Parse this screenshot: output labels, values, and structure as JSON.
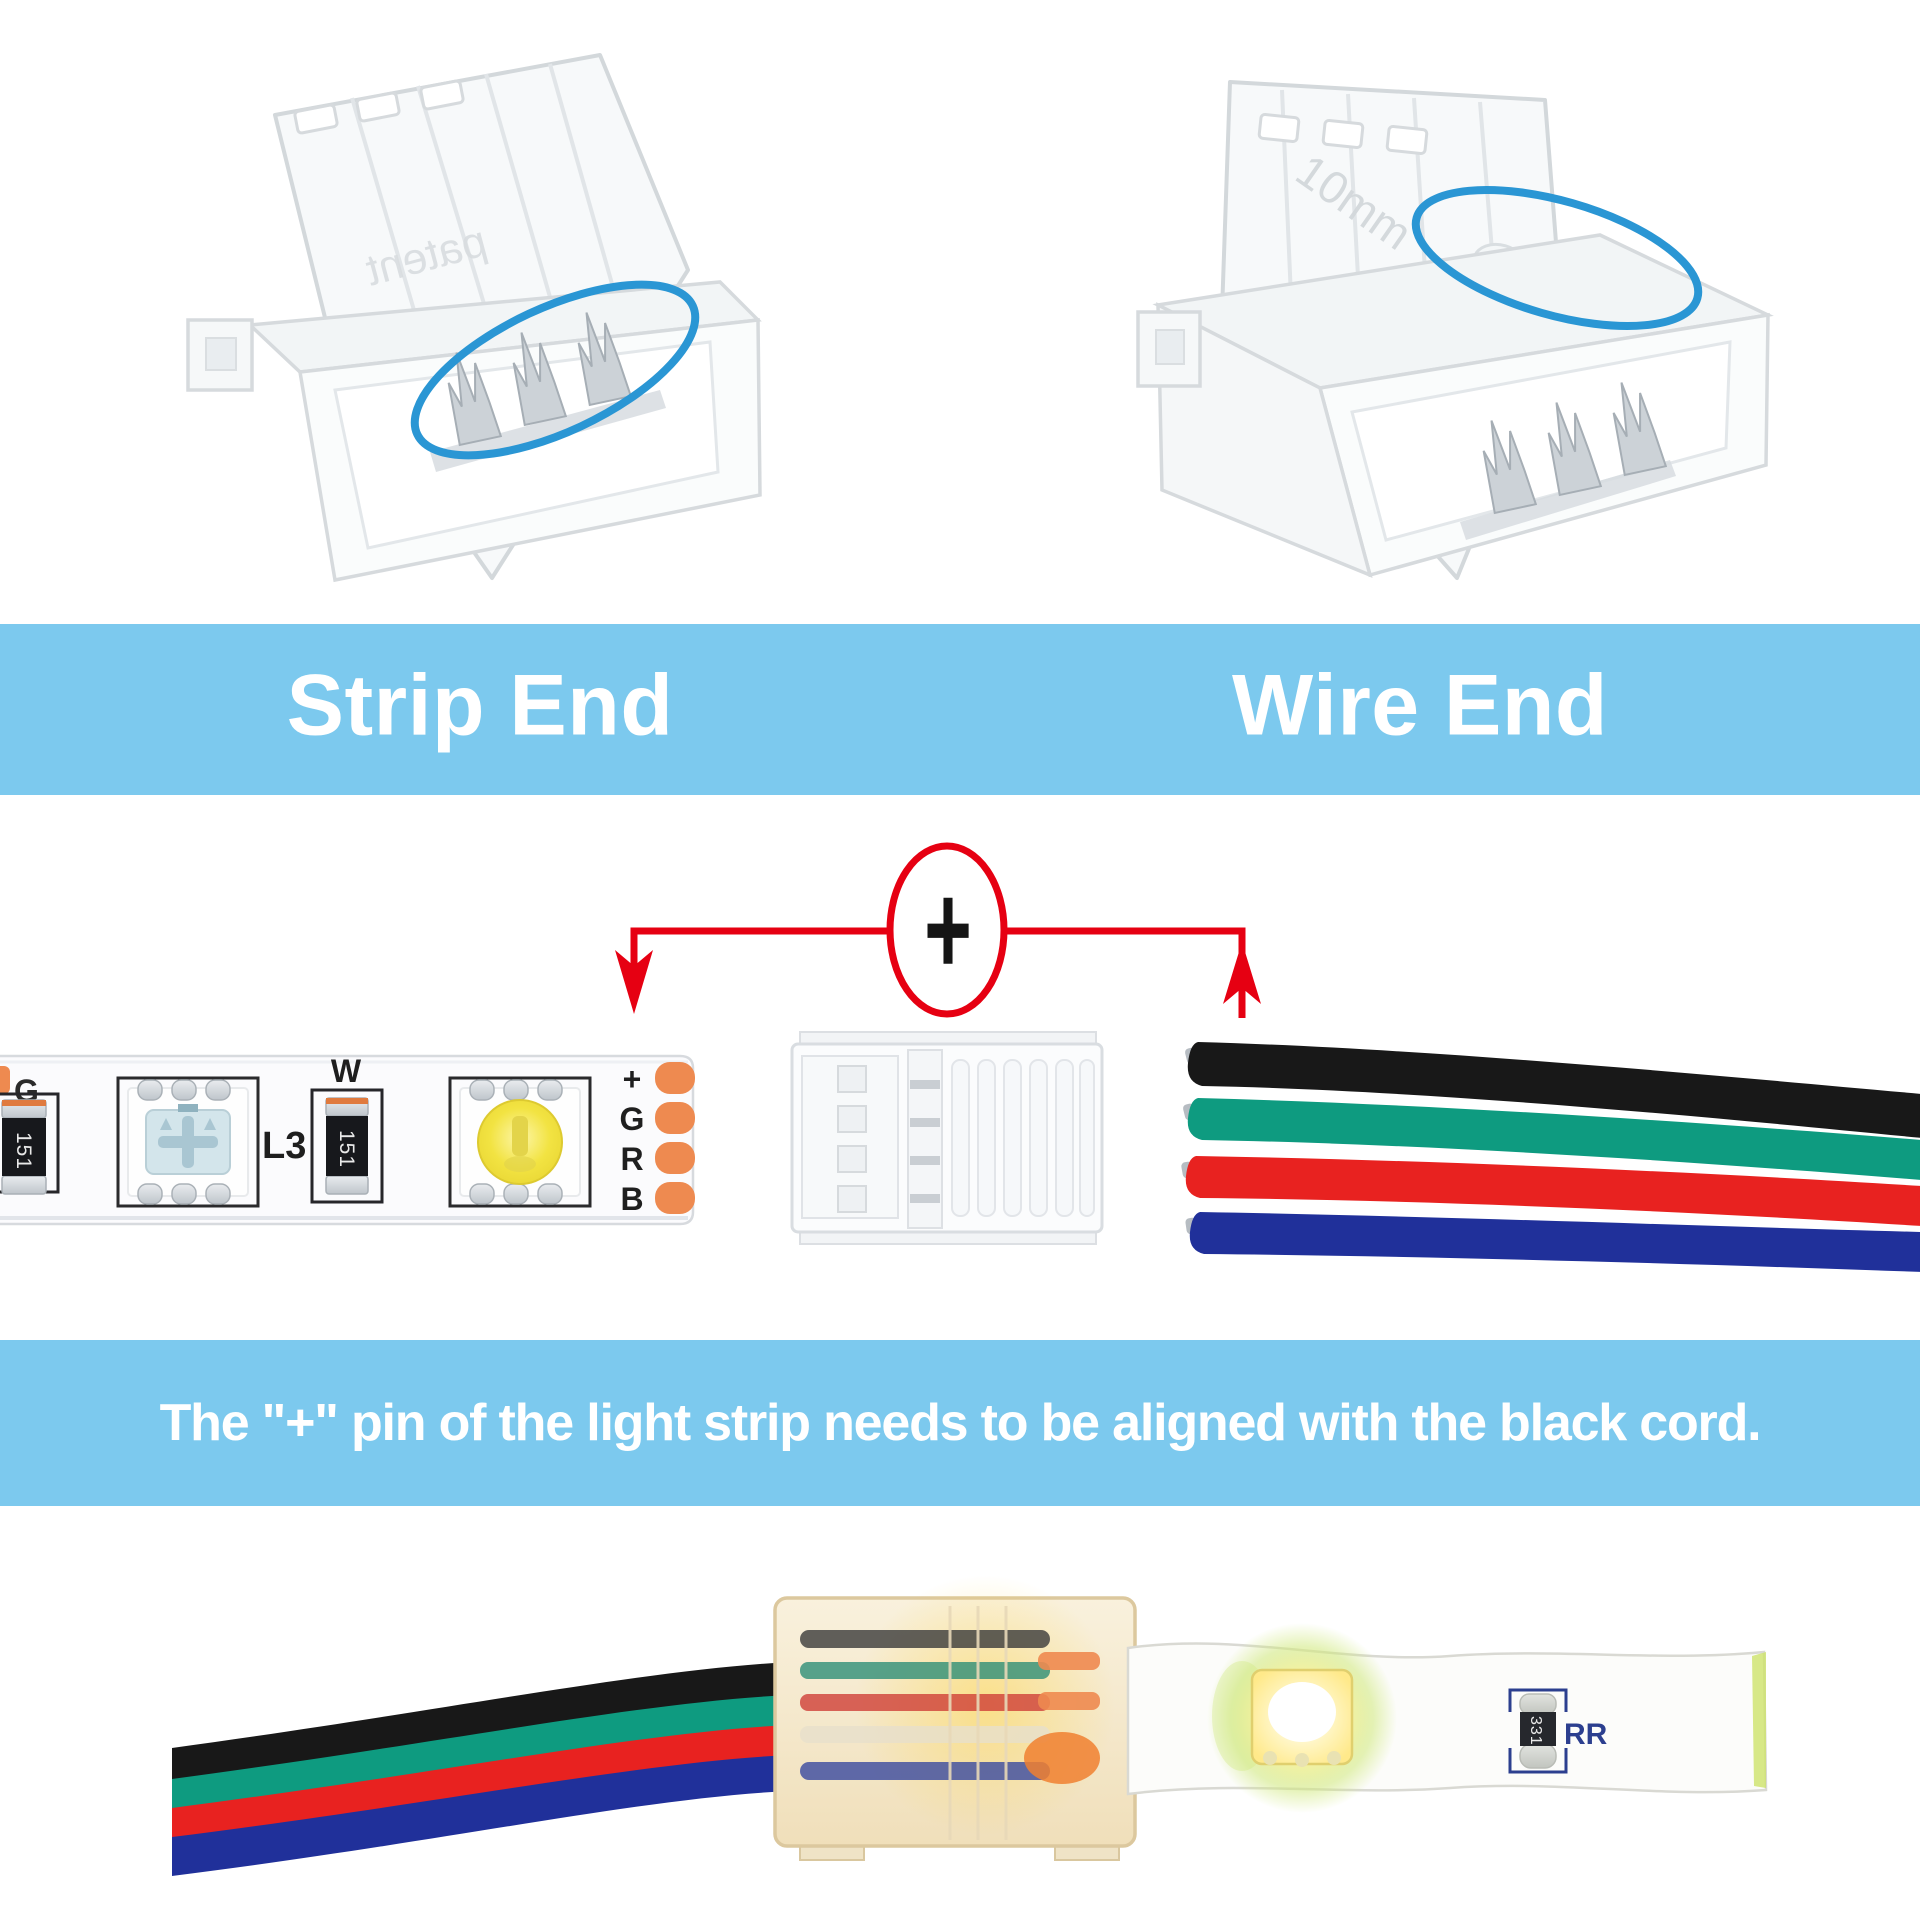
{
  "banners": {
    "strip_end_label": "Strip End",
    "wire_end_label": "Wire End",
    "alignment_note": "The \"+\" pin of the light strip needs to be aligned with the black cord."
  },
  "top_connectors": {
    "left": {
      "lid_marking": "patent"
    },
    "right": {
      "lid_marking": "10mm"
    }
  },
  "diagram": {
    "plus_symbol": "+",
    "strip": {
      "edge_label": "G",
      "resistor_code": "151",
      "led_label": "L3",
      "resistor_label": "W",
      "pad_labels": [
        "+",
        "G",
        "R",
        "B"
      ]
    },
    "wire_colors": [
      "black",
      "green",
      "red",
      "blue"
    ]
  },
  "bottom_photo": {
    "resistor_code": "331",
    "resistor_label": "RR"
  },
  "colors": {
    "banner_blue": "#7cc9ee",
    "annotation_blue": "#2a96d4",
    "annotation_red": "#e60012",
    "pad_orange": "#ee8a50",
    "wire_black": "#181818",
    "wire_green": "#0e9b80",
    "wire_red": "#e82220",
    "wire_blue": "#20309a",
    "connector_tint": "#f6ecd4"
  }
}
